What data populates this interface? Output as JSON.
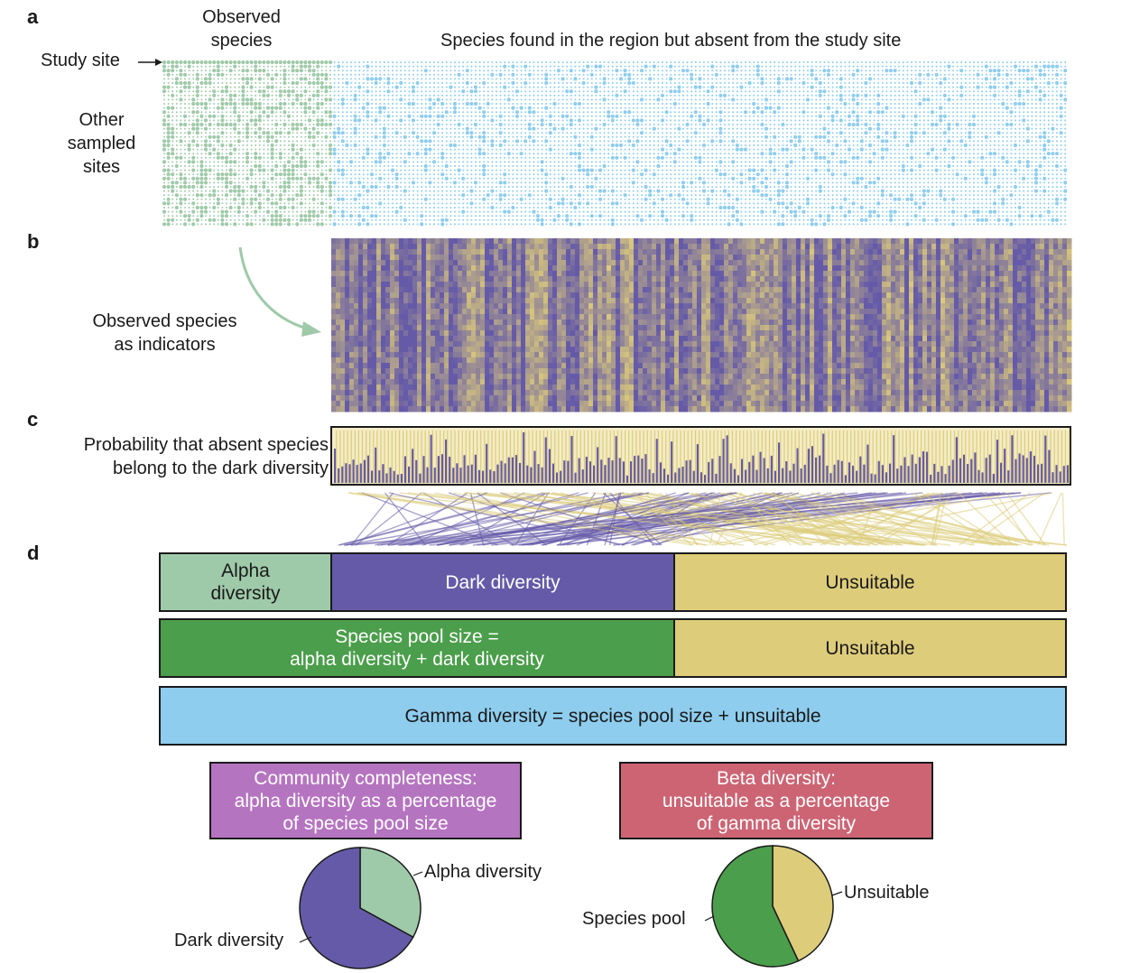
{
  "panels": {
    "a": "a",
    "b": "b",
    "c": "c",
    "d": "d"
  },
  "panel_a": {
    "observed_species": [
      "Observed",
      "species"
    ],
    "absent_species": "Species found in the region but absent from the study site",
    "study_site": "Study site",
    "other_sites": [
      "Other",
      "sampled",
      "sites"
    ]
  },
  "panel_b": {
    "indicators": [
      "Observed species",
      "as indicators"
    ]
  },
  "panel_c": {
    "probability": [
      "Probability that absent species",
      "belong to the dark diversity"
    ]
  },
  "panel_d": {
    "alpha": [
      "Alpha",
      "diversity"
    ],
    "dark": "Dark diversity",
    "unsuitable": "Unsuitable",
    "pool": [
      "Species pool size =",
      "alpha diversity + dark diversity"
    ],
    "unsuitable2": "Unsuitable",
    "gamma": "Gamma diversity = species pool size + unsuitable",
    "completeness": [
      "Community completeness:",
      "alpha diversity as a percentage",
      "of species pool size"
    ],
    "beta": [
      "Beta diversity:",
      "unsuitable as a percentage",
      "of gamma diversity"
    ],
    "pie1_labels": {
      "alpha": "Alpha diversity",
      "dark": "Dark diversity"
    },
    "pie2_labels": {
      "unsuitable": "Unsuitable",
      "pool": "Species pool"
    }
  },
  "pie_fractions": {
    "completeness": {
      "alpha": 0.33,
      "dark": 0.67
    },
    "beta": {
      "unsuitable": 0.43,
      "pool": 0.57
    }
  },
  "colors": {
    "green_light": "#9fcaa9",
    "green_dark": "#4b9e4b",
    "purple": "#655aa8",
    "yellow": "#ddcc7a",
    "blue": "#8ecdee",
    "magenta_box": "#b574c0",
    "red_box": "#cc6474"
  }
}
